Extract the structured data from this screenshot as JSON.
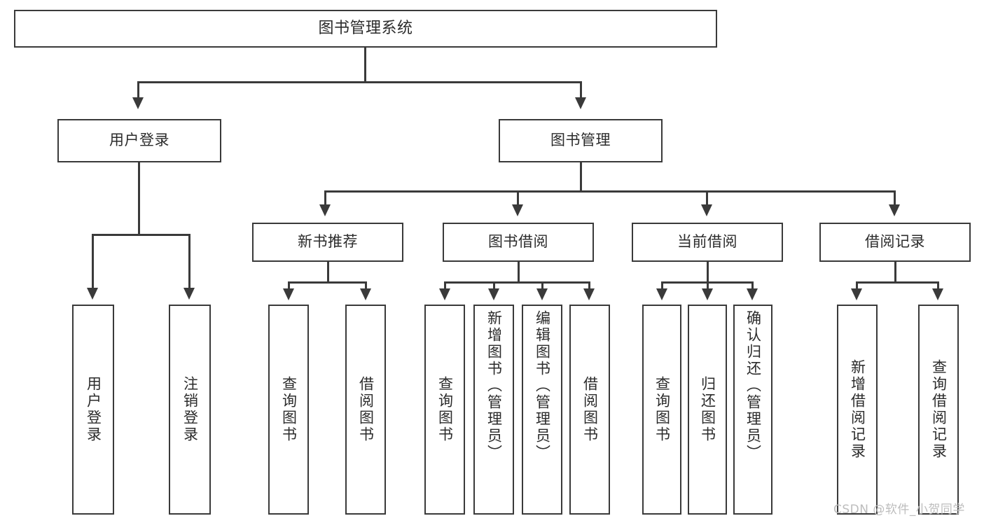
{
  "diagram": {
    "title": "图书管理系统",
    "type": "tree-hierarchy-chart",
    "watermark": "CSDN @软件_小贺同学",
    "colors": {
      "stroke": "#3a3a3a",
      "box_fill": "#ffffff",
      "text": "#2b2b2b",
      "watermark": "#bdbdbd",
      "background": "#ffffff"
    },
    "nodes": {
      "root": {
        "label": "图书管理系统"
      },
      "level2": [
        {
          "label": "用户登录"
        },
        {
          "label": "图书管理"
        }
      ],
      "level3": [
        {
          "label": "新书推荐"
        },
        {
          "label": "图书借阅"
        },
        {
          "label": "当前借阅"
        },
        {
          "label": "借阅记录"
        }
      ],
      "leaves_user_login": [
        {
          "label": "用户登录"
        },
        {
          "label": "注销登录"
        }
      ],
      "leaves_new_book": [
        {
          "label": "查询图书"
        },
        {
          "label": "借阅图书"
        }
      ],
      "leaves_borrow": [
        {
          "label": "查询图书"
        },
        {
          "label": "新增图书（管理员）"
        },
        {
          "label": "编辑图书（管理员）"
        },
        {
          "label": "借阅图书"
        }
      ],
      "leaves_current": [
        {
          "label": "查询图书"
        },
        {
          "label": "归还图书"
        },
        {
          "label": "确认归还（管理员）"
        }
      ],
      "leaves_record": [
        {
          "label": "新增借阅记录"
        },
        {
          "label": "查询借阅记录"
        }
      ]
    }
  }
}
